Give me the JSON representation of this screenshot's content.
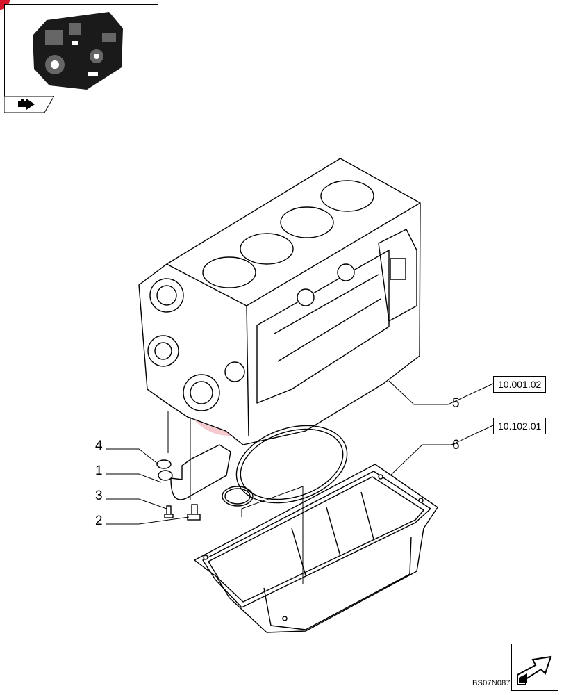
{
  "callouts": [
    {
      "number": "1"
    },
    {
      "number": "2"
    },
    {
      "number": "3"
    },
    {
      "number": "4"
    },
    {
      "number": "5"
    },
    {
      "number": "6"
    }
  ],
  "references": {
    "ref_5": "10.001.02",
    "ref_6": "10.102.01"
  },
  "footer": {
    "doc_code": "BS07N087"
  },
  "icons": [
    "engine-thumbnail-icon",
    "navigate-back-icon",
    "navigate-next-icon"
  ],
  "colors": {
    "line": "#000000",
    "accent_red": "#d6152b"
  }
}
